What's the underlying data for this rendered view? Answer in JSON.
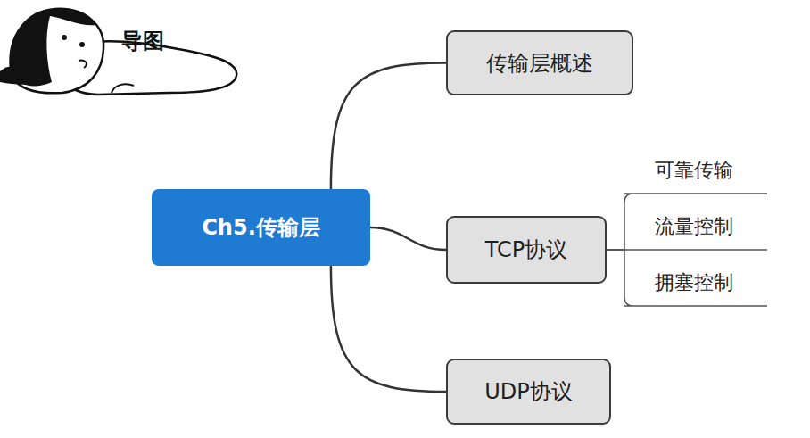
{
  "diagram": {
    "nodes": [
      {
        "text": [
          "Ch5.传输层"
        ]
      },
      {
        "text": [
          "传输层概述"
        ]
      },
      {
        "text": [
          "TCP协议"
        ]
      },
      {
        "text": [
          "UDP协议"
        ]
      },
      {
        "text": [
          "可靠传输"
        ]
      },
      {
        "text": [
          "流量控制"
        ]
      },
      {
        "text": [
          "拥塞控制"
        ]
      }
    ],
    "edges": [
      {
        "from": 0,
        "to": 1,
        "arrow": "none"
      },
      {
        "from": 0,
        "to": 2,
        "arrow": "none"
      },
      {
        "from": 0,
        "to": 3,
        "arrow": "none"
      },
      {
        "from": 2,
        "to": 4,
        "arrow": "none"
      },
      {
        "from": 2,
        "to": 5,
        "arrow": "none"
      },
      {
        "from": 2,
        "to": 6,
        "arrow": "none"
      }
    ],
    "labels": [
      "导图"
    ]
  }
}
